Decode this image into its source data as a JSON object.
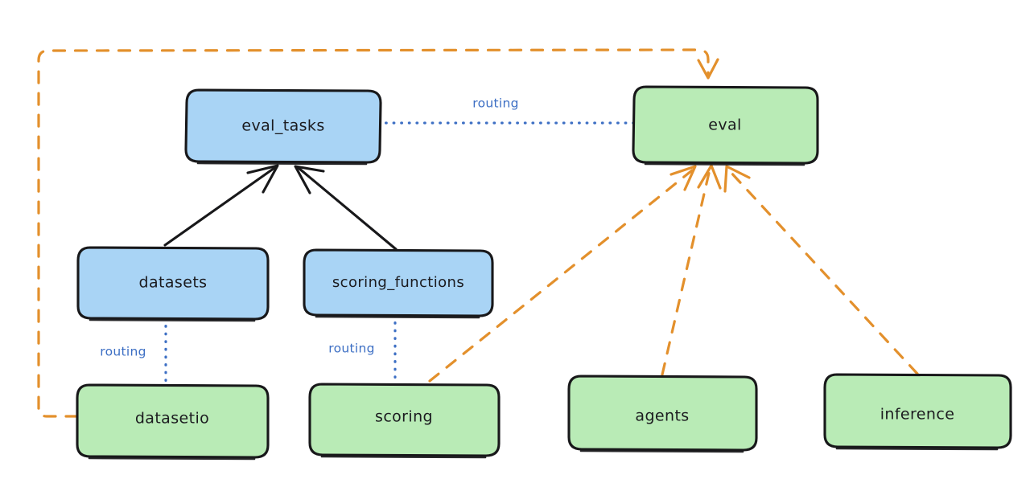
{
  "diagram": {
    "type": "flow-diagram",
    "style": "hand-drawn",
    "background": "#ffffff",
    "colors": {
      "api_fill": "#a9d4f5",
      "provider_fill": "#b9ebb6",
      "node_stroke": "#18181a",
      "routing_blue": "#3d6fc4",
      "dependency_orange": "#e3902c",
      "text": "#1b1b1f"
    },
    "nodes": [
      {
        "id": "eval_tasks",
        "label": "eval_tasks",
        "kind": "api",
        "fill": "#a9d4f5"
      },
      {
        "id": "eval",
        "label": "eval",
        "kind": "provider",
        "fill": "#b9ebb6"
      },
      {
        "id": "datasets",
        "label": "datasets",
        "kind": "api",
        "fill": "#a9d4f5"
      },
      {
        "id": "scoring_functions",
        "label": "scoring_functions",
        "kind": "api",
        "fill": "#a9d4f5"
      },
      {
        "id": "datasetio",
        "label": "datasetio",
        "kind": "provider",
        "fill": "#b9ebb6"
      },
      {
        "id": "scoring",
        "label": "scoring",
        "kind": "provider",
        "fill": "#b9ebb6"
      },
      {
        "id": "agents",
        "label": "agents",
        "kind": "provider",
        "fill": "#b9ebb6"
      },
      {
        "id": "inference",
        "label": "inference",
        "kind": "provider",
        "fill": "#b9ebb6"
      }
    ],
    "edges": [
      {
        "from": "eval_tasks",
        "to": "eval",
        "label": "routing",
        "style": "dotted",
        "color": "#3d6fc4",
        "arrow": false
      },
      {
        "from": "datasets",
        "to": "datasetio",
        "label": "routing",
        "style": "dotted",
        "color": "#3d6fc4",
        "arrow": false
      },
      {
        "from": "scoring_functions",
        "to": "scoring",
        "label": "routing",
        "style": "dotted",
        "color": "#3d6fc4",
        "arrow": false
      },
      {
        "from": "datasets",
        "to": "eval_tasks",
        "label": "",
        "style": "solid",
        "color": "#18181a",
        "arrow": true
      },
      {
        "from": "scoring_functions",
        "to": "eval_tasks",
        "label": "",
        "style": "solid",
        "color": "#18181a",
        "arrow": true
      },
      {
        "from": "datasetio",
        "to": "eval",
        "label": "",
        "style": "dashed",
        "color": "#e3902c",
        "arrow": true
      },
      {
        "from": "scoring",
        "to": "eval",
        "label": "",
        "style": "dashed",
        "color": "#e3902c",
        "arrow": true
      },
      {
        "from": "agents",
        "to": "eval",
        "label": "",
        "style": "dashed",
        "color": "#e3902c",
        "arrow": true
      },
      {
        "from": "inference",
        "to": "eval",
        "label": "",
        "style": "dashed",
        "color": "#e3902c",
        "arrow": true
      }
    ],
    "edge_labels": {
      "eval_tasks_to_eval": "routing",
      "datasets_to_datasetio": "routing",
      "scoring_functions_to_scoring": "routing"
    }
  }
}
